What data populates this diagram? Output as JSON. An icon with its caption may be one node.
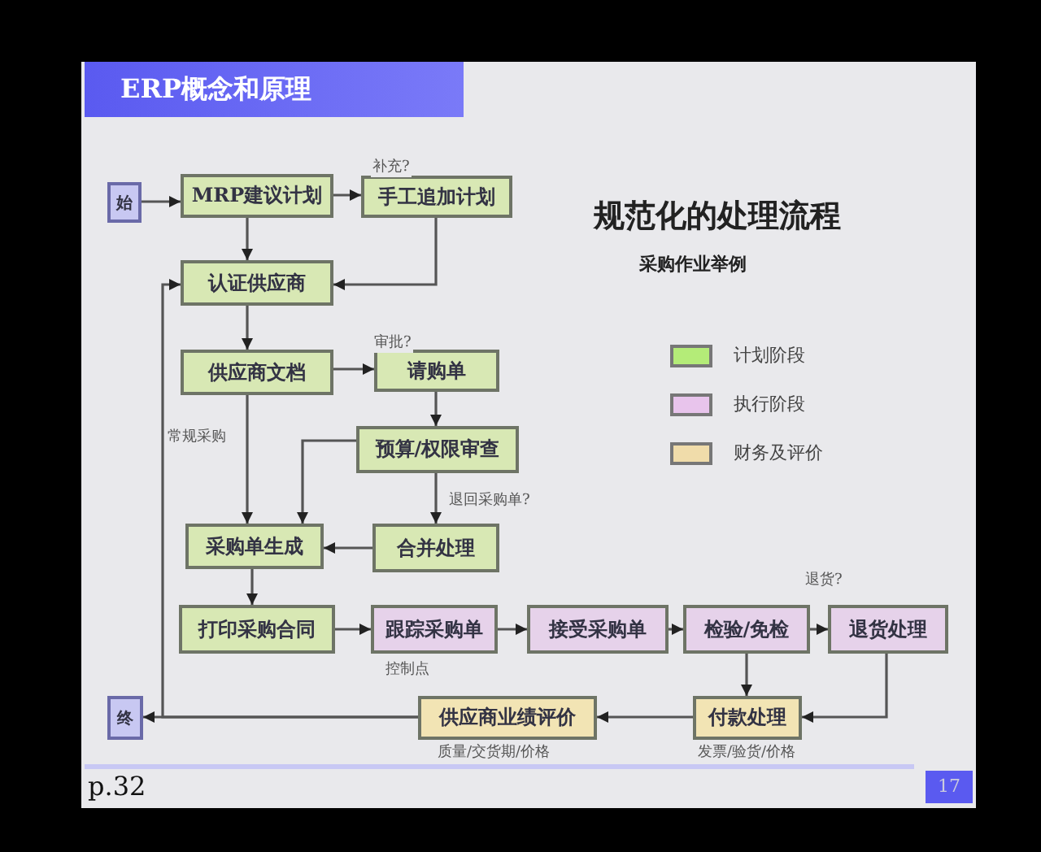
{
  "diagram": {
    "title": "ERP概念和原理",
    "nodes": [
      {
        "text": [
          "始"
        ]
      },
      {
        "text": [
          "MRP建议计划"
        ]
      },
      {
        "text": [
          "手工追加计划"
        ]
      },
      {
        "text": [
          "认证供应商"
        ]
      },
      {
        "text": [
          "供应商文档"
        ]
      },
      {
        "text": [
          "请购单"
        ]
      },
      {
        "text": [
          "预算/权限审查"
        ]
      },
      {
        "text": [
          "采购单生成"
        ]
      },
      {
        "text": [
          "合并处理"
        ]
      },
      {
        "text": [
          "打印采购合同"
        ]
      },
      {
        "text": [
          "跟踪采购单"
        ],
        "beside": [
          "控制点"
        ]
      },
      {
        "text": [
          "接受采购单"
        ]
      },
      {
        "text": [
          "检验/免检"
        ]
      },
      {
        "text": [
          "退货处理"
        ]
      },
      {
        "text": [
          "供应商业绩评价"
        ],
        "beside": [
          "质量/交货期/价格"
        ]
      },
      {
        "text": [
          "付款处理"
        ],
        "beside": [
          "发票/验货/价格"
        ]
      },
      {
        "text": [
          "终"
        ]
      }
    ],
    "edges": [
      {
        "from": 0,
        "to": 1,
        "arrow": "to"
      },
      {
        "from": 1,
        "to": 2,
        "arrow": "to",
        "label": "补充?"
      },
      {
        "from": 1,
        "to": 3,
        "arrow": "to"
      },
      {
        "from": 2,
        "to": 3,
        "arrow": "to"
      },
      {
        "from": 3,
        "to": 4,
        "arrow": "to"
      },
      {
        "from": 4,
        "to": 5,
        "arrow": "to",
        "label": "审批?"
      },
      {
        "from": 4,
        "to": 7,
        "arrow": "to",
        "label": "常规采购"
      },
      {
        "from": 5,
        "to": 6,
        "arrow": "to"
      },
      {
        "from": 6,
        "to": 7,
        "arrow": "to"
      },
      {
        "from": 6,
        "to": 8,
        "arrow": "to",
        "label": "退回采购单?"
      },
      {
        "from": 8,
        "to": 7,
        "arrow": "to"
      },
      {
        "from": 7,
        "to": 9,
        "arrow": "to"
      },
      {
        "from": 9,
        "to": 10,
        "arrow": "to"
      },
      {
        "from": 10,
        "to": 11,
        "arrow": "to"
      },
      {
        "from": 11,
        "to": 12,
        "arrow": "to"
      },
      {
        "from": 12,
        "to": 13,
        "arrow": "to",
        "label": "退货?"
      },
      {
        "from": 12,
        "to": 15,
        "arrow": "to"
      },
      {
        "from": 13,
        "to": 15,
        "arrow": "to"
      },
      {
        "from": 15,
        "to": 14,
        "arrow": "to"
      },
      {
        "from": 14,
        "to": 16,
        "arrow": "to"
      },
      {
        "from": 14,
        "to": 3,
        "arrow": "to"
      }
    ],
    "labels": [
      "规范化的处理流程",
      "采购作业举例",
      "p.32",
      "17"
    ],
    "legend": [
      {
        "text": "计划阶段",
        "color": "#b4ec78"
      },
      {
        "text": "执行阶段",
        "color": "#e8c4ec"
      },
      {
        "text": "财务及评价",
        "color": "#f0dcaa"
      }
    ]
  }
}
